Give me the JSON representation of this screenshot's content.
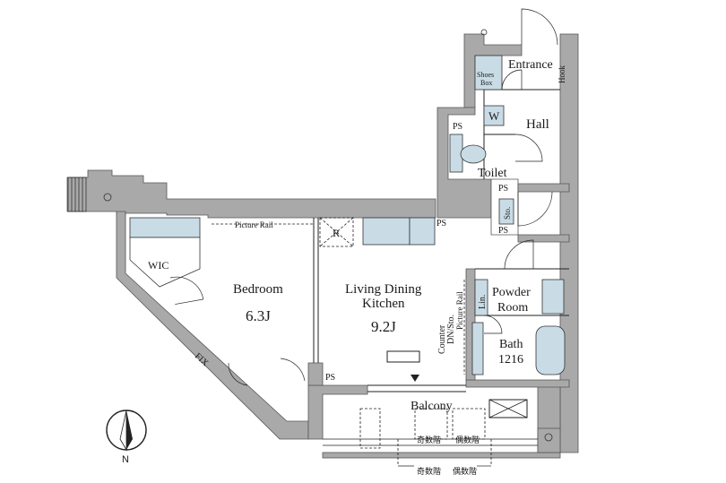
{
  "rooms": {
    "entrance": "Entrance",
    "hook": "Hook",
    "shoes_box": "Shoes",
    "shoes_box_2": "Box",
    "w": "W",
    "hall": "Hall",
    "ps_top": "PS",
    "toilet": "Toilet",
    "ps_mid1": "PS",
    "sto": "Sto.",
    "ps_mid2": "PS",
    "ps_kitchen": "PS",
    "r": "R",
    "picture_rail_bed": "Picture Rail",
    "wic": "WIC",
    "bedroom": "Bedroom",
    "bedroom_size": "6.3J",
    "ldk_1": "Living Dining",
    "ldk_2": "Kitchen",
    "ldk_size": "9.2J",
    "picture_rail_ldk": "Picture Rail",
    "counter": "Counter",
    "dn_sto": "DN/Sto.",
    "lin": "Lin.",
    "powder_1": "Powder",
    "powder_2": "Room",
    "bath_1": "Bath",
    "bath_2": "1216",
    "fix": "FIX",
    "ps_bottom": "PS",
    "balcony": "Balcony",
    "ladder_odd": "奇数階",
    "ladder_even": "偶数階",
    "bottom_odd": "奇数階",
    "bottom_even": "偶数階",
    "north": "N"
  },
  "colors": {
    "wall": "#a9a9a9",
    "fixture": "#c9dce6",
    "line": "#222222"
  }
}
